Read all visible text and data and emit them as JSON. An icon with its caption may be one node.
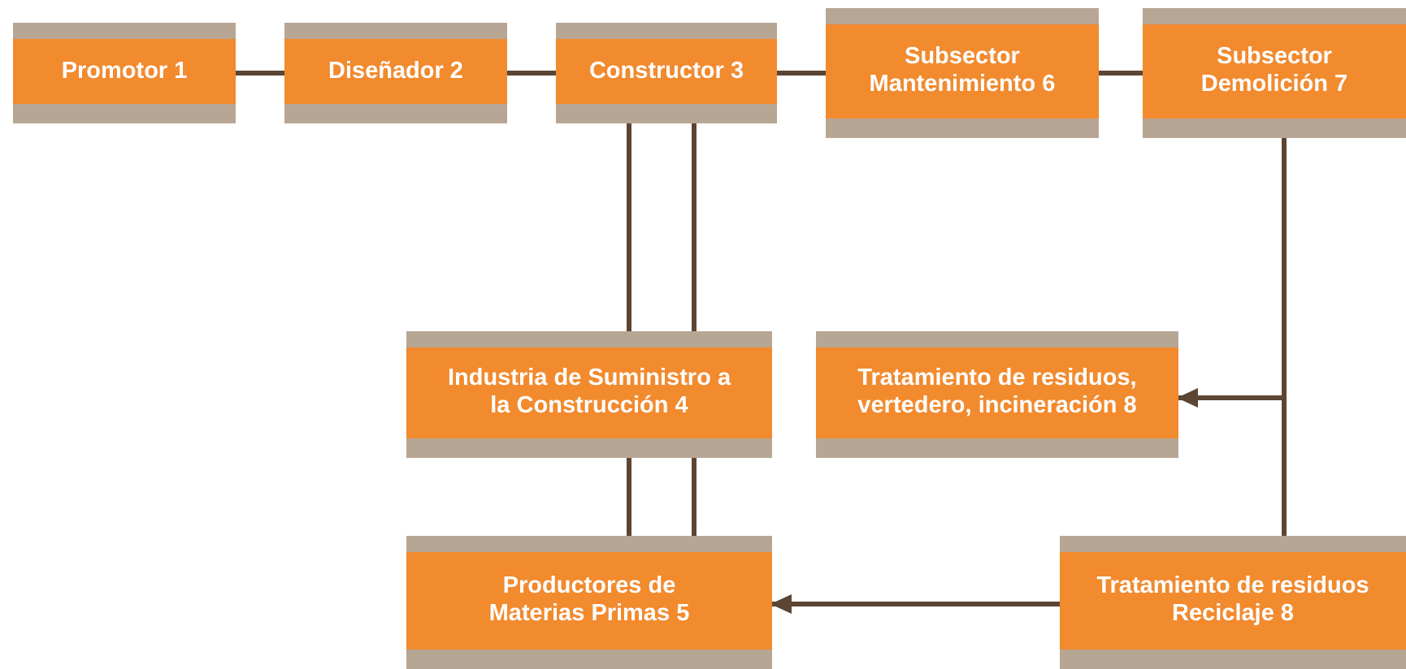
{
  "diagram": {
    "nodes": [
      {
        "text": [
          "Promotor 1"
        ]
      },
      {
        "text": [
          "Diseñador 2"
        ]
      },
      {
        "text": [
          "Constructor 3"
        ]
      },
      {
        "text": [
          "Subsector Mantenimiento 6"
        ]
      },
      {
        "text": [
          "Subsector Demolición 7"
        ]
      },
      {
        "text": [
          "Industria de Suministro a la Construcción 4"
        ]
      },
      {
        "text": [
          "Tratamiento de residuos, vertedero, incineración 8"
        ]
      },
      {
        "text": [
          "Productores de Materias Primas 5"
        ]
      },
      {
        "text": [
          "Tratamiento de residuos Reciclaje 8"
        ]
      }
    ],
    "edges": [
      {
        "from": 0,
        "to": 1,
        "arrow": "none"
      },
      {
        "from": 1,
        "to": 2,
        "arrow": "none"
      },
      {
        "from": 2,
        "to": 3,
        "arrow": "none"
      },
      {
        "from": 3,
        "to": 4,
        "arrow": "none"
      },
      {
        "from": 2,
        "to": 5,
        "arrow": "none"
      },
      {
        "from": 2,
        "to": 5,
        "arrow": "none"
      },
      {
        "from": 5,
        "to": 7,
        "arrow": "none"
      },
      {
        "from": 5,
        "to": 7,
        "arrow": "none"
      },
      {
        "from": 4,
        "to": 6,
        "arrow": "to"
      },
      {
        "from": 4,
        "to": 8,
        "arrow": "none"
      },
      {
        "from": 8,
        "to": 7,
        "arrow": "to"
      }
    ]
  }
}
